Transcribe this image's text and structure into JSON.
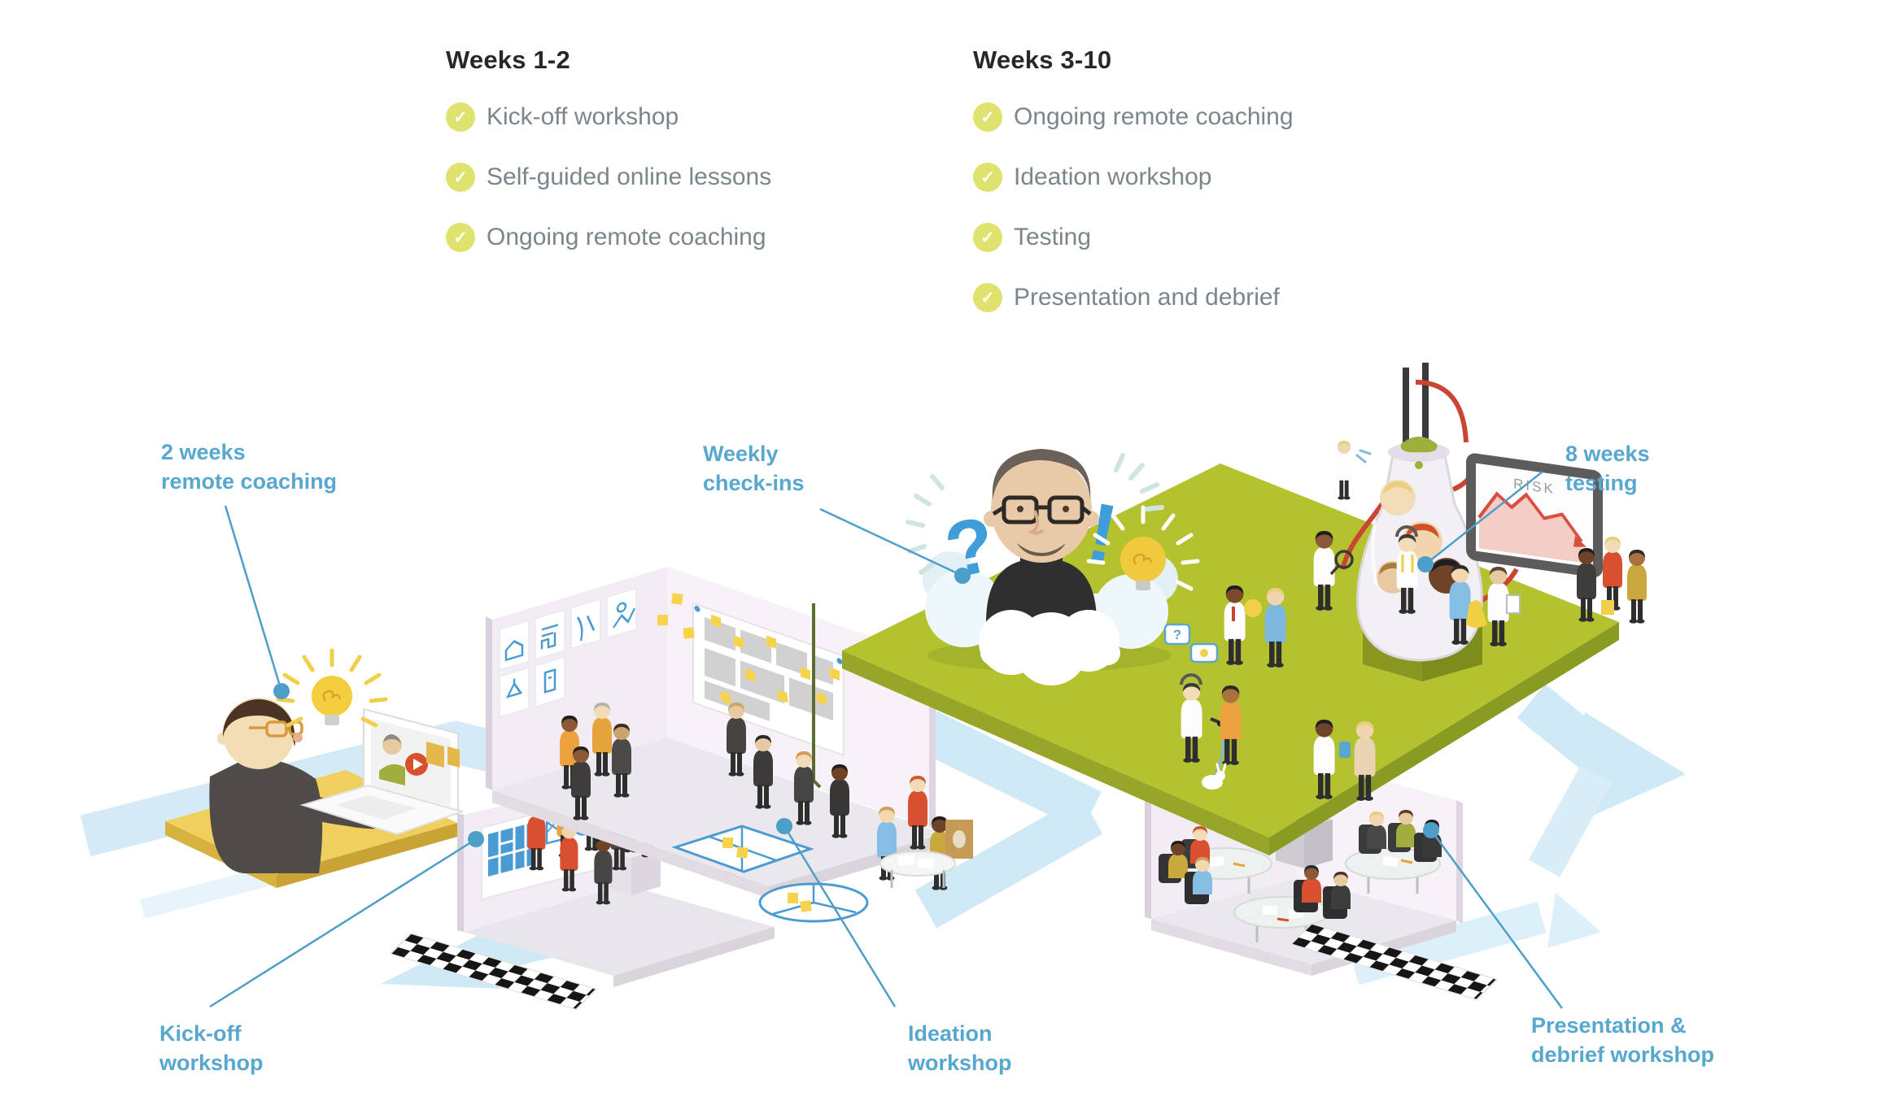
{
  "palette": {
    "accent_blue": "#57a7cf",
    "leader_blue": "#4d9fc9",
    "check_green": "#dfe26d",
    "item_text_gray": "#7b868c",
    "heading_text": "#26292b",
    "platform_green": "#b5c22f",
    "platform_edge_green": "#8a9b24",
    "desk_yellow": "#f0cf5d",
    "flow_band_blue": "#cfe9f6",
    "room_wall": "#f3eef5",
    "room_floor": "#eae7ed",
    "sticky_yellow": "#f6d34a",
    "chart_red": "#d85040"
  },
  "check_glyph": "✓",
  "checklists": [
    {
      "title": "Weeks 1-2",
      "items": [
        "Kick-off workshop",
        "Self-guided online lessons",
        "Ongoing remote coaching"
      ]
    },
    {
      "title": "Weeks 3-10",
      "items": [
        "Ongoing remote coaching",
        "Ideation workshop",
        "Testing",
        "Presentation and debrief"
      ]
    }
  ],
  "callouts": [
    {
      "id": "remote-coaching",
      "lines": [
        "2 weeks",
        "remote coaching"
      ]
    },
    {
      "id": "weekly-check-ins",
      "lines": [
        "Weekly",
        "check-ins"
      ]
    },
    {
      "id": "testing",
      "lines": [
        "8 weeks",
        "testing"
      ]
    },
    {
      "id": "kickoff",
      "lines": [
        "Kick-off",
        "workshop"
      ]
    },
    {
      "id": "ideation",
      "lines": [
        "Ideation",
        "workshop"
      ]
    },
    {
      "id": "presentation",
      "lines": [
        "Presentation &",
        "debrief workshop"
      ]
    }
  ],
  "illustration": {
    "monitor_label": "RISK",
    "question_mark": "?",
    "exclamation_mark": "!",
    "bubble_question": "?"
  }
}
